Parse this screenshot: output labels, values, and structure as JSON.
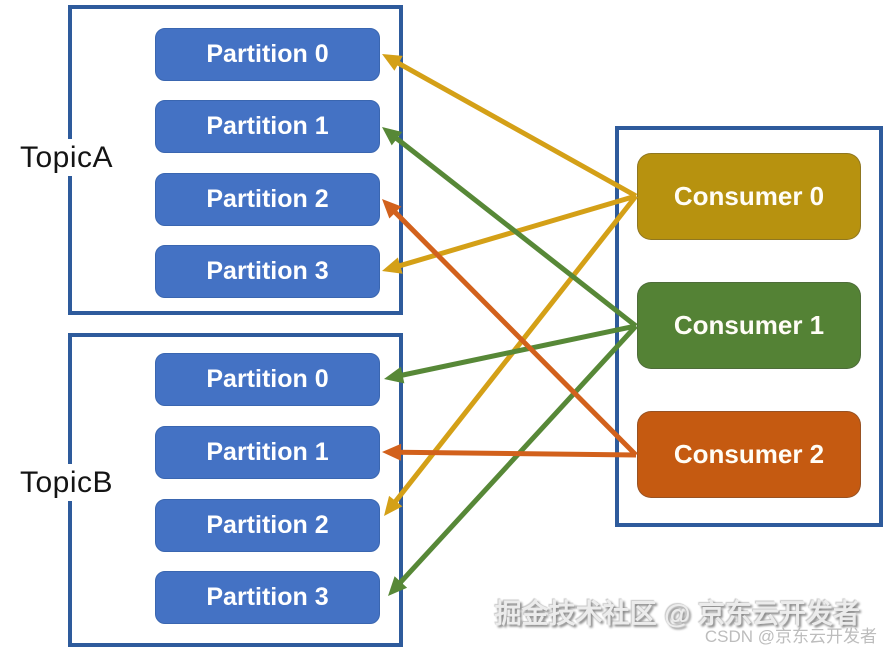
{
  "diagram": {
    "type": "kafka-partition-assignment",
    "topics": [
      {
        "id": "topicA",
        "label": "TopicA",
        "partitions": [
          "Partition 0",
          "Partition 1",
          "Partition 2",
          "Partition 3"
        ]
      },
      {
        "id": "topicB",
        "label": "TopicB",
        "partitions": [
          "Partition 0",
          "Partition 1",
          "Partition 2",
          "Partition 3"
        ]
      }
    ],
    "consumers": [
      {
        "id": "consumer0",
        "label": "Consumer 0",
        "color": "#B7920F"
      },
      {
        "id": "consumer1",
        "label": "Consumer 1",
        "color": "#548235"
      },
      {
        "id": "consumer2",
        "label": "Consumer 2",
        "color": "#C55A11"
      }
    ],
    "connections": [
      {
        "from": "consumer0",
        "to": "topicA.0",
        "color": "#D4A017"
      },
      {
        "from": "consumer0",
        "to": "topicA.3",
        "color": "#D4A017"
      },
      {
        "from": "consumer0",
        "to": "topicB.2",
        "color": "#D4A017"
      },
      {
        "from": "consumer1",
        "to": "topicA.1",
        "color": "#578837"
      },
      {
        "from": "consumer1",
        "to": "topicB.0",
        "color": "#578837"
      },
      {
        "from": "consumer1",
        "to": "topicB.3",
        "color": "#578837"
      },
      {
        "from": "consumer2",
        "to": "topicA.2",
        "color": "#D2611C"
      },
      {
        "from": "consumer2",
        "to": "topicB.1",
        "color": "#D2611C"
      }
    ],
    "colors": {
      "partition_fill": "#4472C4",
      "group_border": "#2E5B9C",
      "background": "#FFFFFF",
      "arrow_gold": "#D4A017",
      "arrow_green": "#578837",
      "arrow_orange": "#D2611C"
    },
    "watermark": {
      "line1": "掘金技术社区 @ 京东云开发者",
      "line2": "CSDN @京东云开发者"
    }
  }
}
